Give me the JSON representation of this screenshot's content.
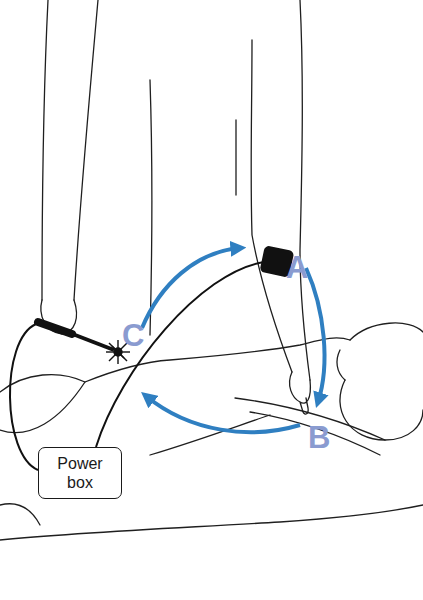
{
  "diagram": {
    "nodes": [
      {
        "text": [
          "Power box"
        ]
      }
    ],
    "labels": [
      "A",
      "B",
      "C"
    ]
  }
}
